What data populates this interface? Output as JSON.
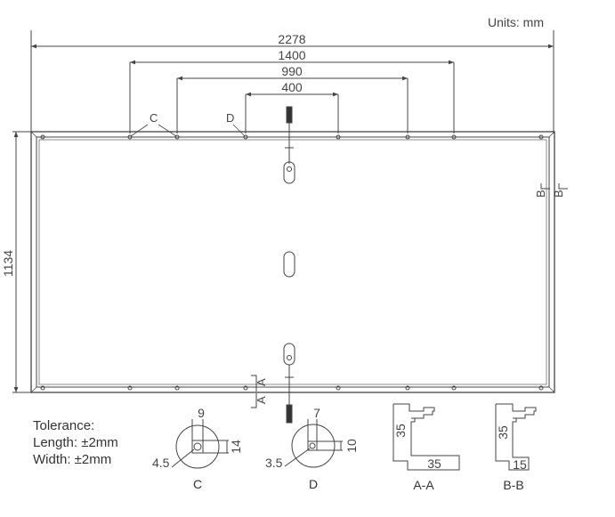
{
  "units_label": "Units: mm",
  "dimensions": {
    "overall_length": "2278",
    "mount_1400": "1400",
    "mount_990": "990",
    "mount_400": "400",
    "height": "1134"
  },
  "callouts": {
    "c_letter": "C",
    "d_letter": "D",
    "section_a_marker": "A",
    "section_b_marker": "B"
  },
  "tolerance": {
    "title": "Tolerance:",
    "length": "Length: ±2mm",
    "width": "Width: ±2mm"
  },
  "detail_c": {
    "top": "9",
    "side": "14",
    "dia": "4.5",
    "name": "C"
  },
  "detail_d": {
    "top": "7",
    "side": "10",
    "dia": "3.5",
    "name": "D"
  },
  "section_aa": {
    "height": "35",
    "width": "35",
    "name": "A-A"
  },
  "section_bb": {
    "height": "35",
    "width": "15",
    "name": "B-B"
  }
}
